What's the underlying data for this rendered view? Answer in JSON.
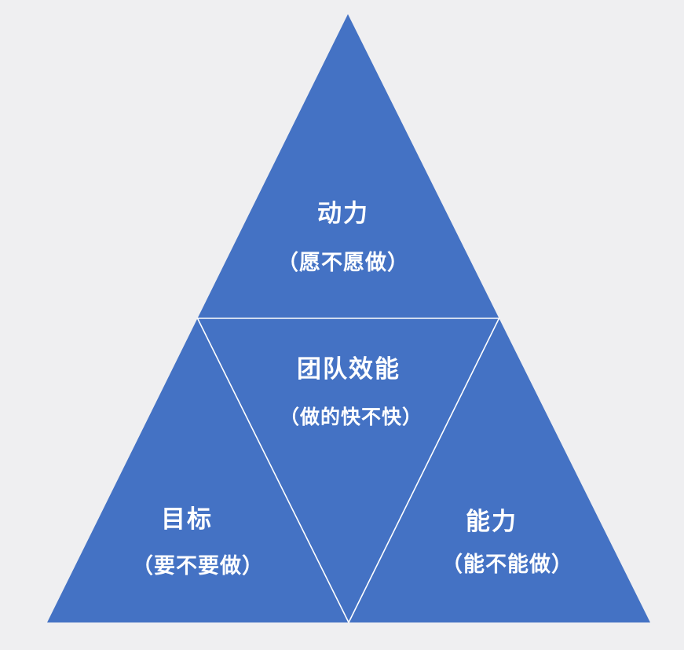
{
  "colors": {
    "background": "#efeff1",
    "triangle": "#4472c4",
    "divider": "#ffffff",
    "text": "#ffffff"
  },
  "chart_data": {
    "type": "pyramid-diagram",
    "title": "",
    "layout": "triangle subdivided into 4 regions by connecting edge midpoints; center region is inverted triangle",
    "sections": [
      {
        "position": "top",
        "title": "动力",
        "subtitle": "（愿不愿做）"
      },
      {
        "position": "center",
        "title": "团队效能",
        "subtitle": "（做的快不快）"
      },
      {
        "position": "bottom-left",
        "title": "目标",
        "subtitle": "（要不要做）"
      },
      {
        "position": "bottom-right",
        "title": "能力",
        "subtitle": "（能不能做）"
      }
    ]
  }
}
